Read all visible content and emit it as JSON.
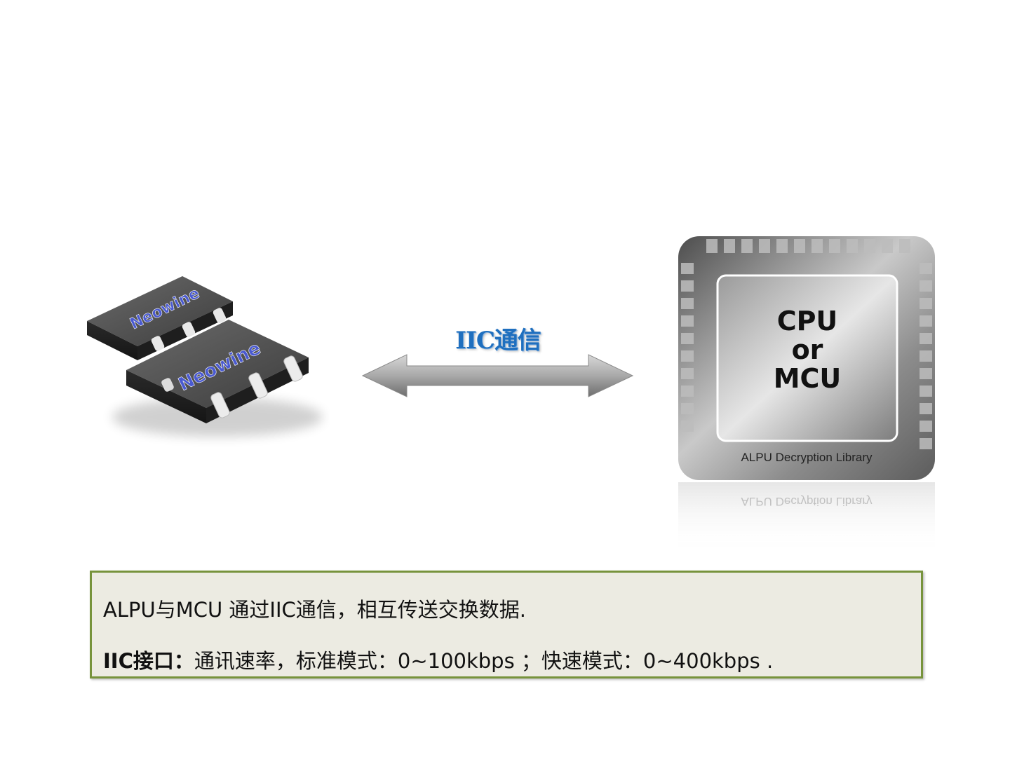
{
  "arrow_label": "IIC通信",
  "chip_logo": "Neowine",
  "cpu": {
    "line1": "CPU",
    "line2": "or",
    "line3": "MCU",
    "library_label": "ALPU Decryption Library"
  },
  "note": {
    "line1": "ALPU与MCU 通过IIC通信，相互传送交换数据.",
    "line2_bold": "IIC接口：",
    "line2_rest": "通讯速率，标准模式：0~100kbps ；快速模式：0~400kbps ."
  },
  "colors": {
    "arrow_label": "#1f6fbf",
    "note_border": "#77933c",
    "note_bg": "#ecebe2",
    "logo_text": "#3b4bbf"
  }
}
